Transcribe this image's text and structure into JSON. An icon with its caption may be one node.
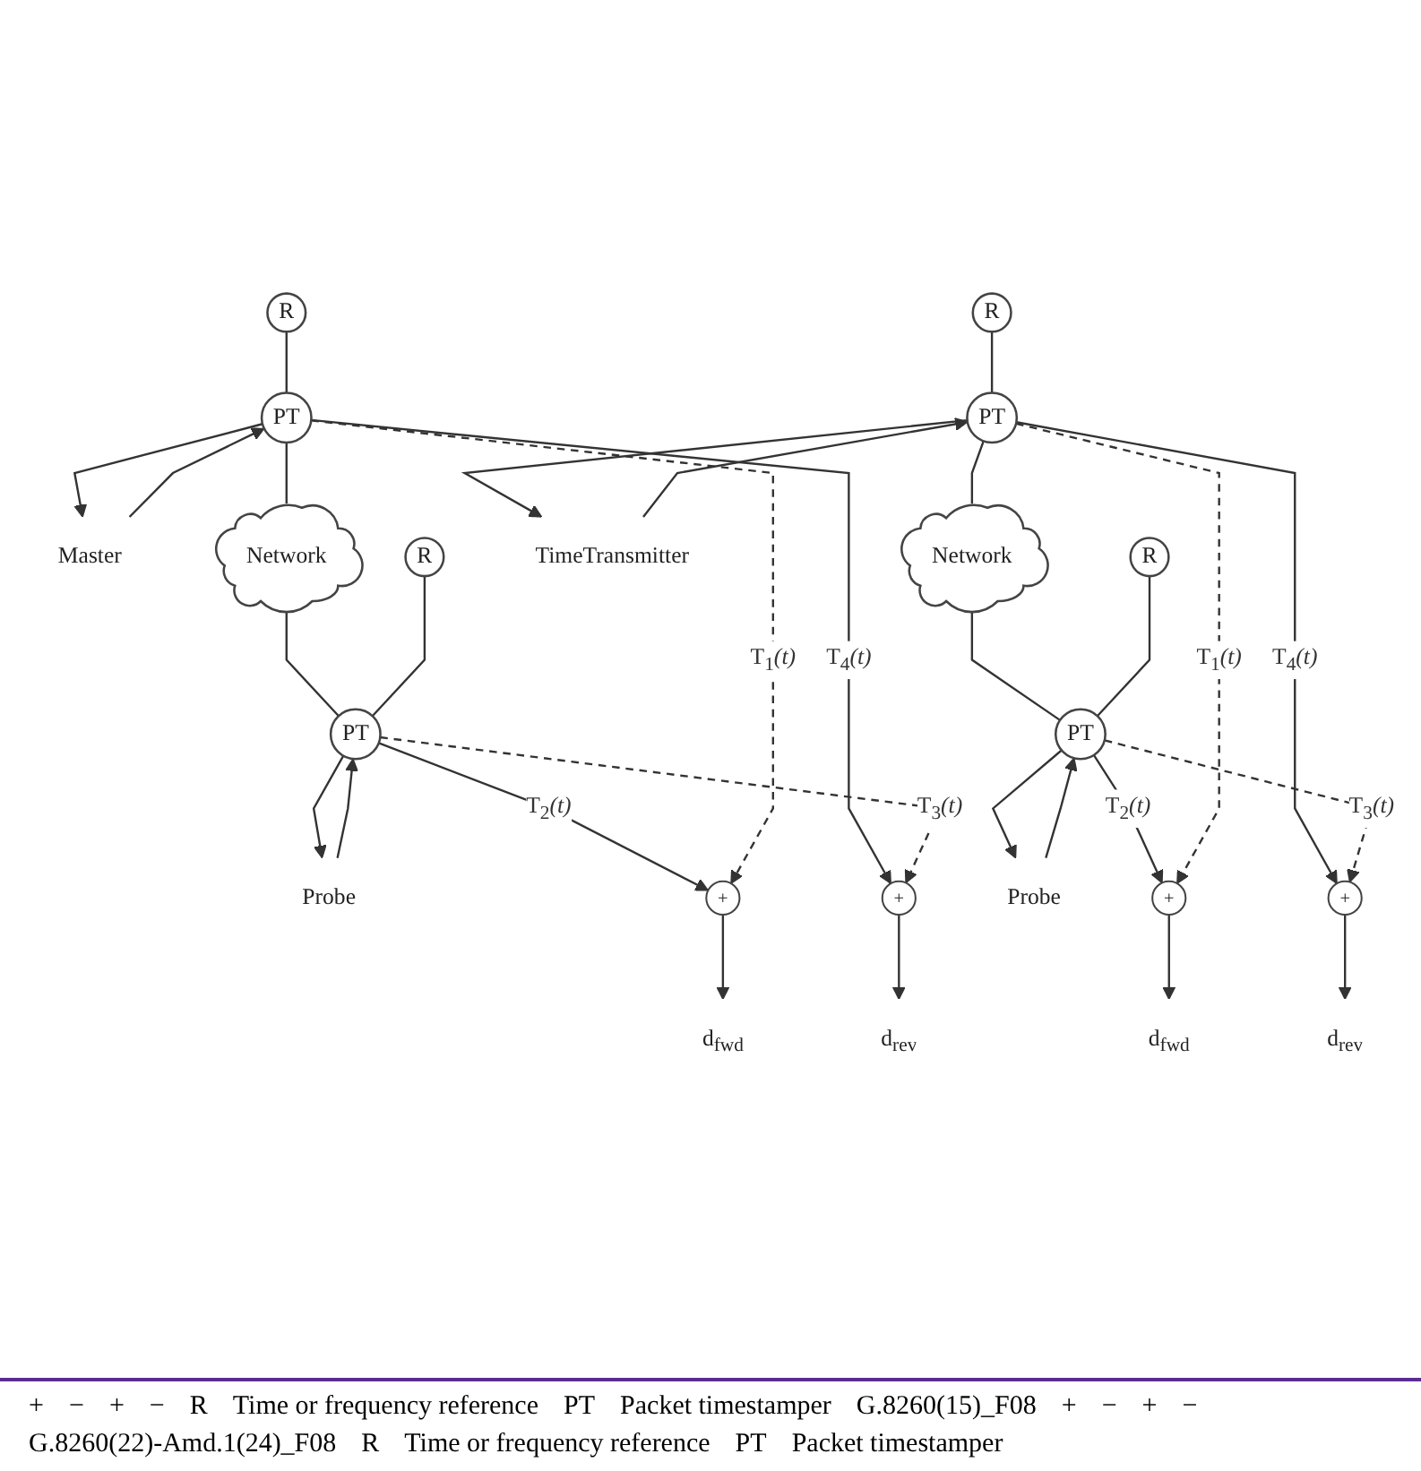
{
  "diagram": {
    "nodes": [
      {
        "text": [
          "R"
        ]
      },
      {
        "text": [
          "Master"
        ]
      },
      {
        "text": [
          "PT"
        ]
      },
      {
        "text": [
          "Network"
        ]
      },
      {
        "text": [
          "PT"
        ]
      },
      {
        "text": [
          "R"
        ]
      },
      {
        "text": [
          "Probe"
        ]
      },
      {
        "text": [
          "+"
        ]
      },
      {
        "text": [
          "d$_{rev}$"
        ]
      },
      {
        "text": [
          "+"
        ]
      },
      {
        "text": [
          "d$_{fwd}$"
        ]
      },
      {
        "text": [
          "R"
        ]
      },
      {
        "text": [
          "TimeTransmitter"
        ]
      },
      {
        "text": [
          "PT"
        ]
      },
      {
        "text": [
          "Network"
        ]
      },
      {
        "text": [
          "PT"
        ]
      },
      {
        "text": [
          "R"
        ]
      },
      {
        "text": [
          "Probe"
        ]
      },
      {
        "text": [
          "+"
        ]
      },
      {
        "text": [
          "d$_{rev}$"
        ]
      },
      {
        "text": [
          "+"
        ]
      },
      {
        "text": [
          "d$_{fwd}$"
        ]
      }
    ],
    "edges": [
      {
        "from": 0,
        "to": 2,
        "arrow": "none"
      },
      {
        "from": 2,
        "to": 1,
        "arrow": "to"
      },
      {
        "from": 1,
        "to": 2,
        "arrow": "to"
      },
      {
        "from": 2,
        "to": 3,
        "arrow": "none"
      },
      {
        "from": 3,
        "to": 4,
        "arrow": "none"
      },
      {
        "from": 5,
        "to": 4,
        "arrow": "none"
      },
      {
        "from": 6,
        "to": 4,
        "arrow": "to"
      },
      {
        "from": 4,
        "to": 6,
        "arrow": "to"
      },
      {
        "from": 2,
        "to": 7,
        "arrow": "to",
        "label": "T$_{4}$*(t)*"
      },
      {
        "from": 7,
        "to": 8,
        "arrow": "to"
      },
      {
        "from": 4,
        "to": 9,
        "arrow": "to",
        "label": "T$_{2}$*(t)*"
      },
      {
        "from": 9,
        "to": 10,
        "arrow": "to"
      },
      {
        "from": 4,
        "to": 7,
        "arrow": "to",
        "style": "dashed",
        "label": "T$_{3}$*(t)*"
      },
      {
        "from": 2,
        "to": 9,
        "arrow": "to",
        "style": "dashed",
        "label": "T$_{1}$*(t)*"
      },
      {
        "from": 11,
        "to": 13,
        "arrow": "none"
      },
      {
        "from": 13,
        "to": 12,
        "arrow": "to"
      },
      {
        "from": 12,
        "to": 13,
        "arrow": "to"
      },
      {
        "from": 13,
        "to": 14,
        "arrow": "none"
      },
      {
        "from": 14,
        "to": 15,
        "arrow": "none"
      },
      {
        "from": 16,
        "to": 15,
        "arrow": "none"
      },
      {
        "from": 17,
        "to": 15,
        "arrow": "to"
      },
      {
        "from": 15,
        "to": 17,
        "arrow": "to"
      },
      {
        "from": 13,
        "to": 18,
        "arrow": "to",
        "label": "T$_{4}$*(t)*"
      },
      {
        "from": 18,
        "to": 19,
        "arrow": "to"
      },
      {
        "from": 15,
        "to": 20,
        "arrow": "to",
        "label": "T$_{2}$*(t)*"
      },
      {
        "from": 20,
        "to": 21,
        "arrow": "to"
      },
      {
        "from": 15,
        "to": 18,
        "arrow": "to",
        "style": "dashed",
        "label": "T$_{3}$*(t)*"
      },
      {
        "from": 13,
        "to": 20,
        "arrow": "to",
        "style": "dashed",
        "label": "T$_{1}$*(t)*"
      }
    ],
    "labels": [
      "+",
      "−",
      "+",
      "−",
      "R",
      "Time or frequency reference",
      "PT",
      "Packet timestamper",
      "G.8260(15)_F08",
      "+",
      "−",
      "+",
      "−",
      "G.8260(22)-Amd.1(24)_F08",
      "R",
      "Time or frequency reference",
      "PT",
      "Packet timestamper"
    ]
  }
}
